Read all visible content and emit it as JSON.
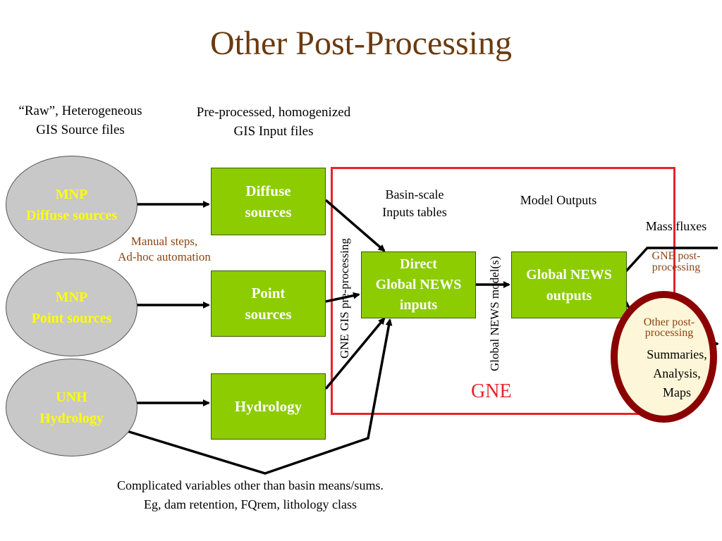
{
  "title": "Other Post-Processing",
  "col_headers": {
    "raw_line1": "“Raw”, Heterogeneous",
    "raw_line2": "GIS Source files",
    "pre_line1": "Pre-processed, homogenized",
    "pre_line2": "GIS Input files"
  },
  "sources": [
    {
      "line1": "MNP",
      "line2": "Diffuse sources"
    },
    {
      "line1": "MNP",
      "line2": "Point sources"
    },
    {
      "line1": "UNH",
      "line2": "Hydrology"
    }
  ],
  "manual_steps": {
    "line1": "Manual steps,",
    "line2": "Ad-hoc automation"
  },
  "inputs": [
    {
      "line1": "Diffuse",
      "line2": "sources"
    },
    {
      "line1": "Point",
      "line2": "sources"
    },
    {
      "line1": "Hydrology",
      "line2": ""
    }
  ],
  "gne_gis_label": "GNE GIS  pre-processing",
  "basin_tables": {
    "line1": "Basin-scale",
    "line2": "Inputs tables"
  },
  "direct_inputs": {
    "line1": "Direct",
    "line2": "Global NEWS",
    "line3": "inputs"
  },
  "model_label": "Global NEWS  model(s)",
  "model_outputs_label": "Model Outputs",
  "outputs_box": {
    "line1": "Global NEWS",
    "line2": "outputs"
  },
  "gne_label": "GNE",
  "mass_fluxes": "Mass fluxes",
  "gne_post": {
    "line1": "GNE post-",
    "line2": "processing"
  },
  "other_post": {
    "line1": "Other post-",
    "line2": "processing"
  },
  "summaries": {
    "line1": "Summaries,",
    "line2": "Analysis,",
    "line3": "Maps"
  },
  "bottom_note": {
    "line1": "Complicated variables other than basin means/sums.",
    "line2": "Eg, dam retention, FQrem, lithology class"
  },
  "colors": {
    "title": "#6b3a0f",
    "box_green": "#8ccc00",
    "ellipse_text": "#ffff00",
    "frame_red": "#e8232a",
    "highlight": "#8b0000",
    "annotation": "#8b4513"
  }
}
